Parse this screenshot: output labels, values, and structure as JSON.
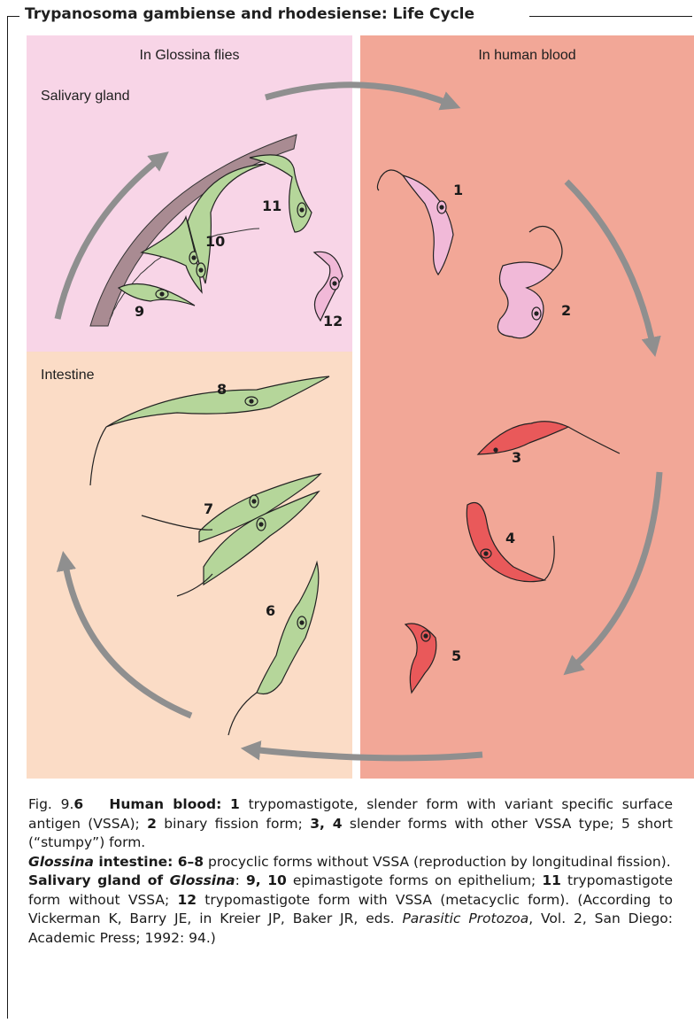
{
  "title": "Trypanosoma gambiense and rhodesiense: Life Cycle",
  "headers": {
    "left": "In Glossina flies",
    "right": "In human blood"
  },
  "region_labels": {
    "salivary": "Salivary gland",
    "intestine": "Intestine"
  },
  "stage_numbers": [
    "1",
    "2",
    "3",
    "4",
    "5",
    "6",
    "7",
    "8",
    "9",
    "10",
    "11",
    "12"
  ],
  "colors": {
    "salivary_bg": "#f8d5e7",
    "intestine_bg": "#fbdcc6",
    "blood_bg": "#f2a797",
    "arrow": "#8f8f8f",
    "green_form": "#b5d69a",
    "pink_form": "#f1b9d8",
    "red_form": "#e9595a",
    "epithelium": "#a98b92"
  },
  "caption": {
    "fig_prefix": "Fig. 9.",
    "fig_number": "6",
    "blood_head": "Human blood:",
    "n1": "1",
    "t1": " trypomastigote, slender form with variant specific surface antigen (VSSA); ",
    "n2": "2",
    "t2": " binary fission form; ",
    "n34": "3, 4",
    "t34": " slender forms with other VSSA type; 5 short (“stumpy”) form.",
    "glossina": "Glossina",
    "intestine_word": " intestine: ",
    "n68": "6–8",
    "t68": " procyclic forms without VSSA (reproduction by longitudinal fission).",
    "salivary_head": "Salivary gland of ",
    "glossina2": "Glossina",
    "colon": ": ",
    "n910": "9, 10",
    "t910": " epimastigote forms on epithelium; ",
    "n11": "11",
    "t11": " trypomastigote form without VSSA; ",
    "n12": "12",
    "t12": " trypomastigote form with VSSA (metacyclic form). (According to Vickerman K, Barry JE, in Kreier JP, Baker JR, eds. ",
    "book": "Parasitic Protozoa",
    "tail": ", Vol. 2, San Diego: Academic Press; 1992: 94.)"
  }
}
